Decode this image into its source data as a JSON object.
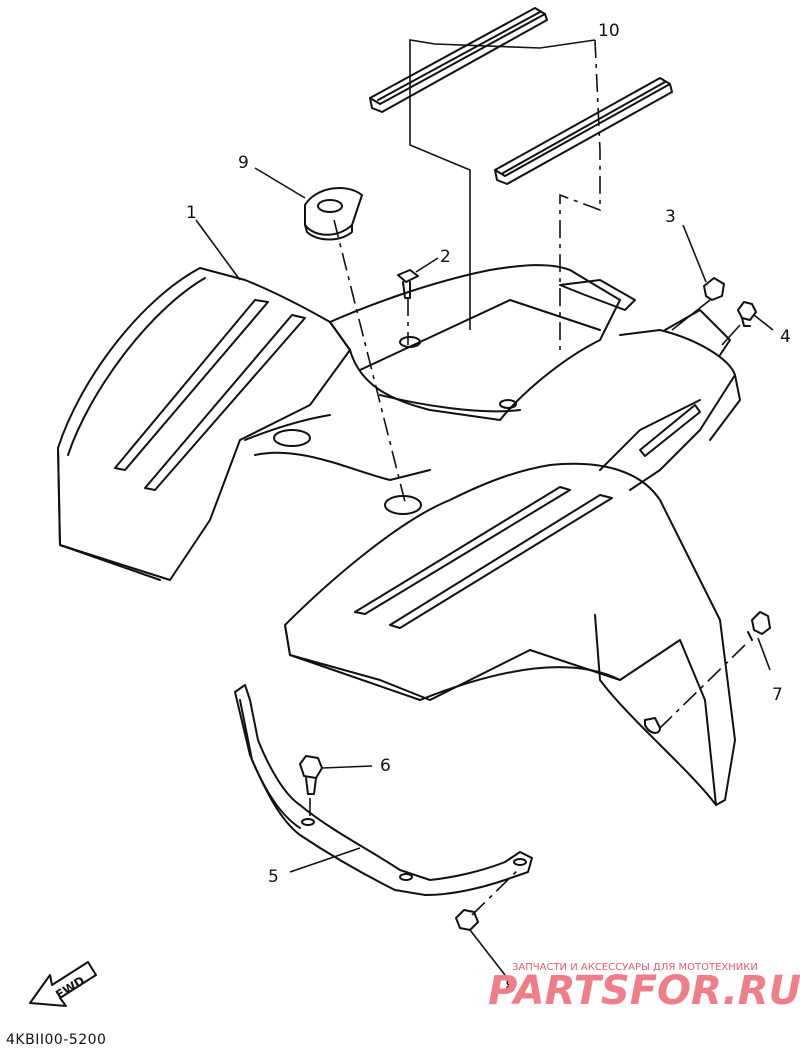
{
  "diagram": {
    "callouts": [
      {
        "id": "1",
        "label": "1"
      },
      {
        "id": "2",
        "label": "2"
      },
      {
        "id": "3",
        "label": "3"
      },
      {
        "id": "4",
        "label": "4"
      },
      {
        "id": "5",
        "label": "5"
      },
      {
        "id": "6",
        "label": "6"
      },
      {
        "id": "7",
        "label": "7"
      },
      {
        "id": "8",
        "label": "8"
      },
      {
        "id": "9",
        "label": "9"
      },
      {
        "id": "10",
        "label": "10"
      }
    ],
    "direction_label": "FWD",
    "diagram_code": "4KBII00-5200"
  },
  "watermark": {
    "tagline": "ЗАПЧАСТИ И АКСЕССУАРЫ ДЛЯ МОТОТЕХНИКИ",
    "brand": "PARTSFOR.RU"
  },
  "colors": {
    "line": "#111111",
    "watermark": "#ef7d8a"
  }
}
